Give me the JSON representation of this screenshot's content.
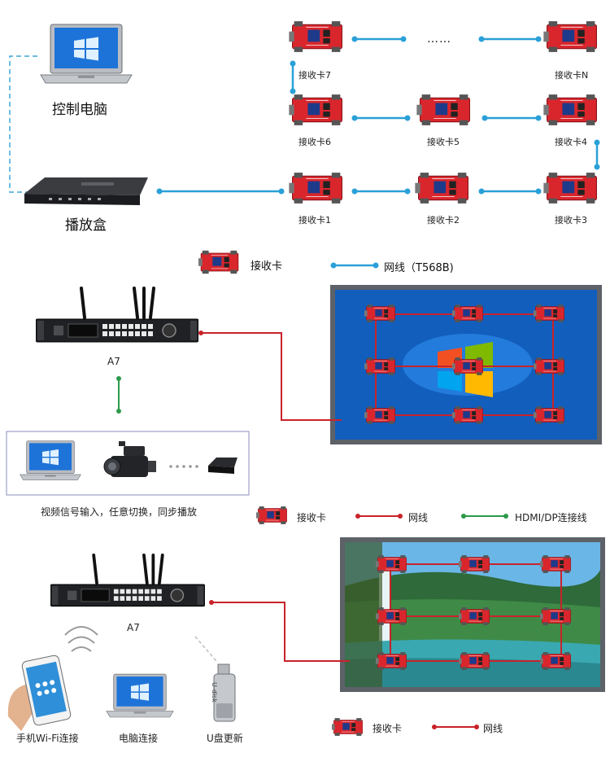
{
  "section1": {
    "control_pc_label": "控制电脑",
    "player_box_label": "播放盒",
    "cards": [
      "接收卡1",
      "接收卡2",
      "接收卡3",
      "接收卡4",
      "接收卡5",
      "接收卡6",
      "接收卡7",
      "接收卡N"
    ],
    "ellipsis": "……",
    "legend": {
      "card_label": "接收卡",
      "cable_label": "网线（T568B)"
    }
  },
  "section2": {
    "device_label": "A7",
    "caption": "视频信号输入，任意切换，同步播放",
    "legend": {
      "card_label": "接收卡",
      "cable_label": "网线",
      "hdmi_label": "HDMI/DP连接线"
    }
  },
  "section3": {
    "device_label": "A7",
    "phone_label": "手机Wi-Fi连接",
    "pc_label": "电脑连接",
    "udisk_label": "U盘更新",
    "udisk_text": "U-disk",
    "legend": {
      "card_label": "接收卡",
      "cable_label": "网线"
    }
  },
  "colors": {
    "card_red": "#d9262c",
    "card_blue_cable": "#2aa0d8",
    "red_cable": "#c8232a",
    "green_cable": "#2c9a4a",
    "device_black": "#222222"
  },
  "icons": [
    "laptop-icon",
    "player-box-icon",
    "receiver-card-icon",
    "a7-controller-icon",
    "camcorder-icon",
    "media-box-icon",
    "smartphone-icon",
    "wifi-icon",
    "usb-disk-icon",
    "led-screen-icon"
  ]
}
